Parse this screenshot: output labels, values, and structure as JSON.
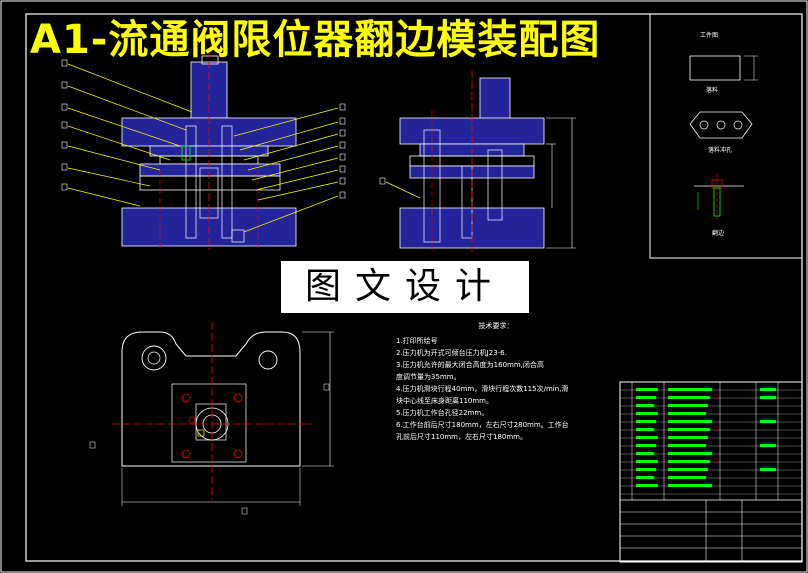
{
  "title": "A1-流通阀限位器翻边模装配图",
  "stamp_text": "图文设计",
  "workpiece": {
    "header": "工件图",
    "labels": [
      "落料",
      "落料冲孔",
      "翻边"
    ]
  },
  "tech_notes": {
    "heading": "技术要求：",
    "lines": [
      "1.打印所绘号",
      "2.压力机为开式可倾台压力机J23-6.",
      "3.压力机允许的最大闭合高度为160mm,闭合高",
      "  度调节量为35mm。",
      "4.压力机滑块行程40mm，滑块行程次数115次/min,滑",
      "  块中心线至床身距离110mm。",
      "5.压力机工作台孔径22mm。",
      "6.工作台前后尺寸180mm，左右尺寸280mm。工作台",
      "  孔前后尺寸110mm，左右尺寸180mm。"
    ]
  },
  "colors": {
    "background": "#000000",
    "title": "#ffff00",
    "body_fill": "#23239a",
    "centerline": "#ff0000",
    "leader": "#ffff00",
    "table_green": "#00ff00",
    "outline": "#ffffff"
  }
}
